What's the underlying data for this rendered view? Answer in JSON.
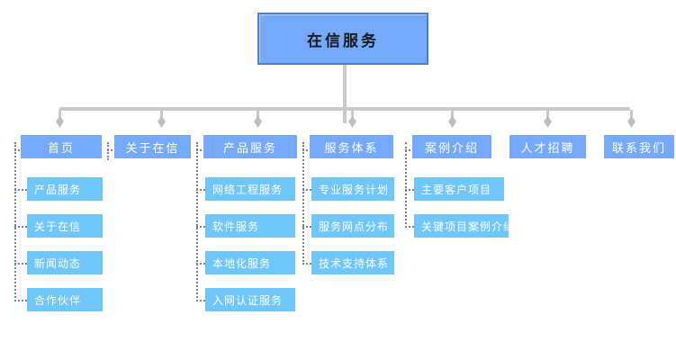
{
  "diagram": {
    "type": "sitemap-tree",
    "title_text": "在信服务",
    "colors": {
      "root_fill": "#74a9fc",
      "root_border": "#4a7fd8",
      "level2_fill": "#74a9fc",
      "level3_fill": "#6ec6fa",
      "connector": "#c9c9c9",
      "dotted_connector": "#808080",
      "background": "#ffffff",
      "root_text": "#1a1a1a",
      "node_text": "#ffffff"
    },
    "root": {
      "label": "在信服务"
    },
    "branches": [
      {
        "label": "首页",
        "children": [
          {
            "label": "产品服务"
          },
          {
            "label": "关于在信"
          },
          {
            "label": "新闻动态"
          },
          {
            "label": "合作伙伴"
          }
        ]
      },
      {
        "label": "关于在信",
        "children": []
      },
      {
        "label": "产品服务",
        "children": [
          {
            "label": "网络工程服务"
          },
          {
            "label": "软件服务"
          },
          {
            "label": "本地化服务"
          },
          {
            "label": "入网认证服务"
          }
        ]
      },
      {
        "label": "服务体系",
        "children": [
          {
            "label": "专业服务计划"
          },
          {
            "label": "服务网点分布"
          },
          {
            "label": "技术支持体系"
          }
        ]
      },
      {
        "label": "案例介绍",
        "children": [
          {
            "label": "主要客户项目"
          },
          {
            "label": "关键项目案例介绍"
          }
        ]
      },
      {
        "label": "人才招聘",
        "children": []
      },
      {
        "label": "联系我们",
        "children": []
      }
    ]
  }
}
